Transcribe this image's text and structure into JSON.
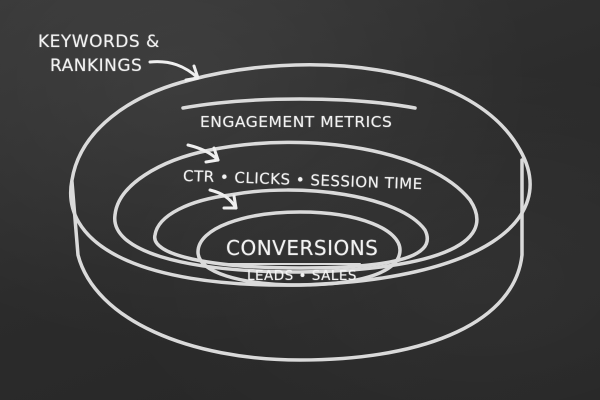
{
  "diagram": {
    "style": "chalkboard",
    "colors": {
      "background": "#2e2e2e",
      "chalk": "#f2f2f2"
    },
    "labels": {
      "top_stage_line1": "KEYWORDS &",
      "top_stage_line2": "RANKINGS",
      "middle_stage": "ENGAGEMENT METRICS",
      "middle_details": "CTR • CLICKS • SESSION TIME",
      "core_stage": "CONVERSIONS",
      "core_details": "LEADS • SALES"
    },
    "nodes": [
      {
        "id": "keywords",
        "label": "KEYWORDS & RANKINGS",
        "ring": "outer"
      },
      {
        "id": "engagement",
        "label": "ENGAGEMENT METRICS",
        "detail": "CTR • CLICKS • SESSION TIME",
        "ring": "middle"
      },
      {
        "id": "conversions",
        "label": "CONVERSIONS",
        "detail": "LEADS • SALES",
        "ring": "inner"
      }
    ],
    "edges": [
      {
        "from": "keywords",
        "to": "engagement"
      },
      {
        "from": "engagement",
        "to": "conversions"
      }
    ]
  }
}
